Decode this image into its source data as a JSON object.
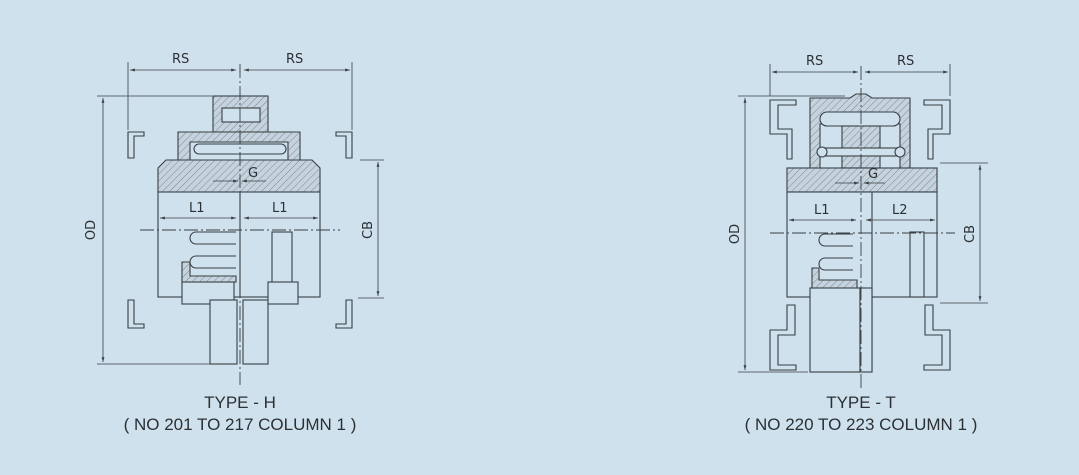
{
  "figures": [
    {
      "labels": {
        "rs_left": "RS",
        "rs_right": "RS",
        "od": "OD",
        "cb": "CB",
        "gap": "G",
        "length_left": "L1",
        "length_right": "L1"
      },
      "caption_title": "TYPE - H",
      "caption_subtitle": "( NO 201 TO 217 COLUMN 1 )"
    },
    {
      "labels": {
        "rs_left": "RS",
        "rs_right": "RS",
        "od": "OD",
        "cb": "CB",
        "gap": "G",
        "length_left": "L1",
        "length_right": "L2"
      },
      "caption_title": "TYPE - T",
      "caption_subtitle": "( NO 220 TO 223 COLUMN 1 )"
    }
  ],
  "colors": {
    "background": "#cfe1ec",
    "line": "#3a3f44"
  }
}
